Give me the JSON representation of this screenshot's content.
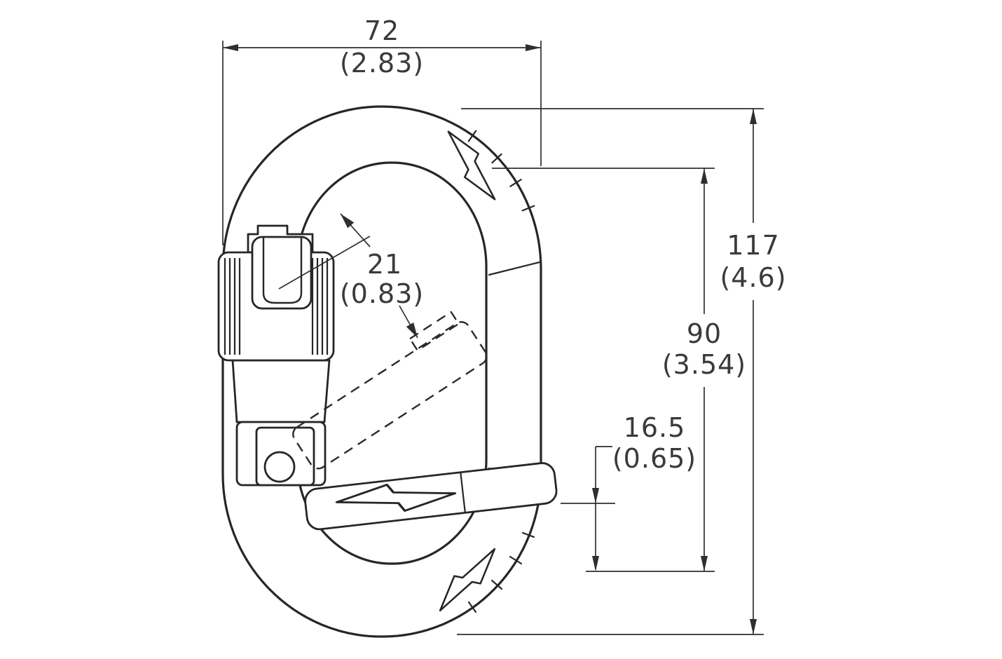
{
  "drawing": {
    "background": "#ffffff",
    "line_color": "#262626",
    "text_color": "#3a3a3a",
    "dims": {
      "width": {
        "primary": "72",
        "secondary": "(2.83)"
      },
      "height": {
        "primary": "117",
        "secondary": "(4.6)"
      },
      "inner_height": {
        "primary": "90",
        "secondary": "(3.54)"
      },
      "gate": {
        "primary": "21",
        "secondary": "(0.83)"
      },
      "latch": {
        "primary": "16.5",
        "secondary": "(0.65)"
      }
    }
  }
}
